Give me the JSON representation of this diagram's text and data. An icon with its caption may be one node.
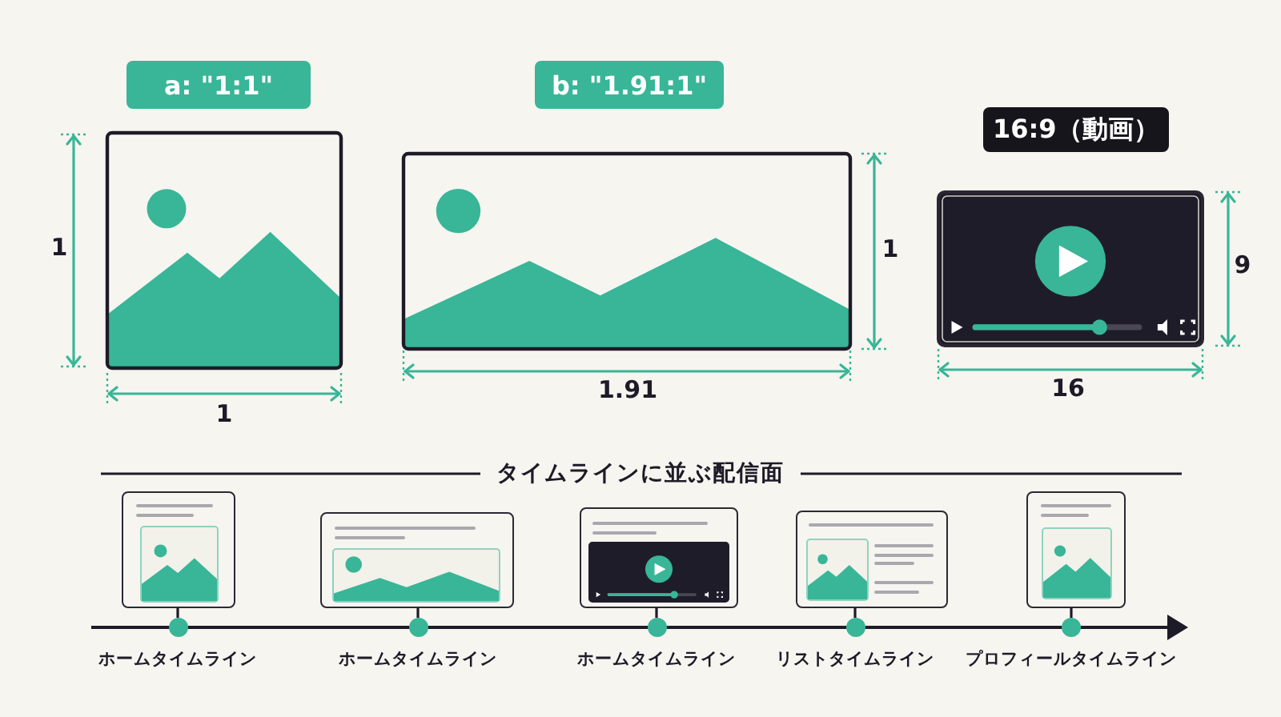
{
  "diagram": {
    "nodes": [
      {
        "text": [
          "a: \"1:1\""
        ]
      },
      {
        "text": [
          "b: \"1.91:1\""
        ]
      },
      {
        "text": [
          "16:9（動画）"
        ]
      },
      {
        "text": [],
        "shape": "picture"
      },
      {
        "text": [],
        "shape": "picture"
      },
      {
        "text": [],
        "shape": "picture"
      },
      {
        "text": [],
        "shape": "picture"
      },
      {
        "text": [],
        "shape": "picture"
      },
      {
        "text": [],
        "shape": "circle",
        "beside": [
          "ホームタイムライン"
        ]
      },
      {
        "text": [],
        "shape": "circle",
        "beside": [
          "ホームタイムライン"
        ]
      },
      {
        "text": [],
        "shape": "circle",
        "beside": [
          "ホームタイムライン"
        ]
      },
      {
        "text": [],
        "shape": "circle",
        "beside": [
          "リストタイムライン"
        ]
      },
      {
        "text": [],
        "shape": "circle",
        "beside": [
          "プロフィールタイムライン"
        ]
      }
    ],
    "edges": [
      {
        "from": 3,
        "to": 8,
        "arrow": "none"
      },
      {
        "from": 4,
        "to": 9,
        "arrow": "none"
      },
      {
        "from": 5,
        "to": 10,
        "arrow": "none"
      },
      {
        "from": 6,
        "to": 11,
        "arrow": "none"
      },
      {
        "from": 7,
        "to": 12,
        "arrow": "none"
      }
    ],
    "labels": [
      "1",
      "1",
      "1.91",
      "1",
      "9",
      "16",
      "タイムラインに並ぶ配信面"
    ]
  }
}
